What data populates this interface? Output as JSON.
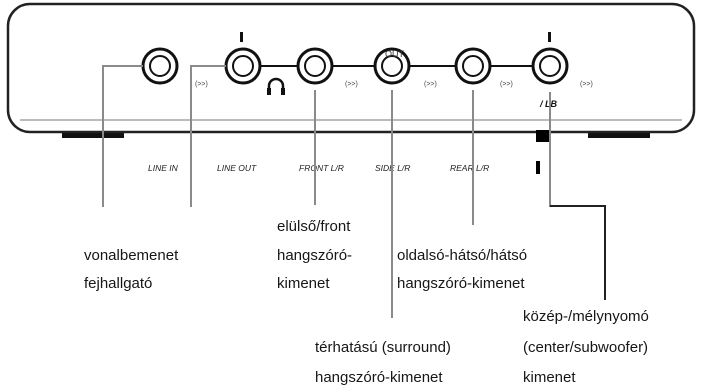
{
  "device": {
    "port_labels": [
      "LINE IN",
      "LINE OUT",
      "FRONT L/R",
      "SIDE L/R",
      "REAR L/R"
    ],
    "out_marking": "OUT",
    "center_sub_marking": "/ LB",
    "jack_icons": [
      "(>>)",
      "(>>)",
      "(>>)",
      "(>>)",
      "(>>)"
    ]
  },
  "labels": {
    "line_in": "vonalbemenet",
    "headphone": "fejhallgató",
    "front_1": "elülső/front",
    "front_2": "hangszóró-",
    "front_3": "kimenet",
    "rear_1": "oldalsó-hátsó/hátsó",
    "rear_2": "hangszóró-kimenet",
    "center_1": "közép-/mélynyomó",
    "center_2": "(center/subwoofer)",
    "center_3": "kimenet",
    "surround_1": "térhatású (surround)",
    "surround_2": "hangszóró-kimenet"
  }
}
